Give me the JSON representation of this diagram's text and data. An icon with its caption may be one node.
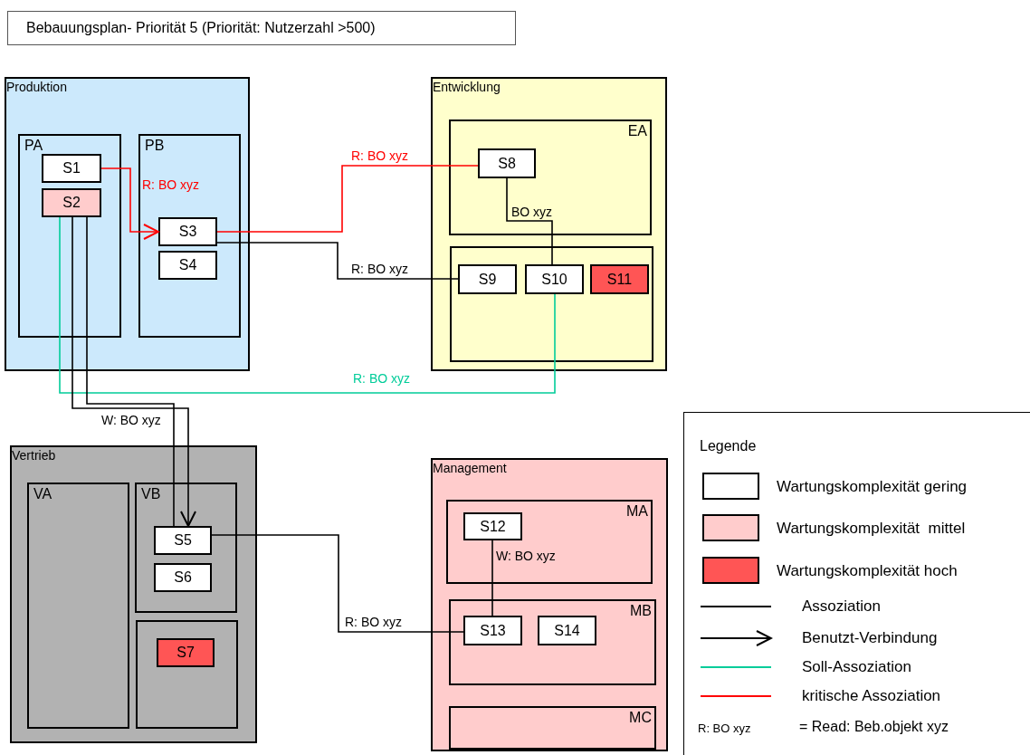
{
  "diagram": {
    "title": "Bebauungsplan- Priorität 5 (Priorität: Nutzerzahl >500)",
    "nodes": [
      {
        "text": [
          "Produktion"
        ]
      },
      {
        "text": [
          "PA"
        ],
        "in": 0
      },
      {
        "text": [
          "S1"
        ],
        "in": 1
      },
      {
        "text": [
          "S2"
        ],
        "in": 1
      },
      {
        "text": [
          "PB"
        ],
        "in": 0
      },
      {
        "text": [
          "S3"
        ],
        "in": 4
      },
      {
        "text": [
          "S4"
        ],
        "in": 4
      },
      {
        "text": [
          "Entwicklung"
        ]
      },
      {
        "text": [
          "EA"
        ],
        "in": 7
      },
      {
        "text": [],
        "shape": "box",
        "in": 7
      },
      {
        "text": [
          "S8"
        ],
        "in": 8
      },
      {
        "text": [
          "S9"
        ],
        "in": 9
      },
      {
        "text": [
          "S10"
        ],
        "in": 9
      },
      {
        "text": [
          "S11"
        ],
        "in": 9
      },
      {
        "text": [
          "Vertrieb"
        ]
      },
      {
        "text": [
          "VA"
        ],
        "in": 14
      },
      {
        "text": [
          "VB"
        ],
        "in": 14
      },
      {
        "text": [
          "S5"
        ],
        "in": 16
      },
      {
        "text": [
          "S6"
        ],
        "in": 16
      },
      {
        "text": [],
        "shape": "box",
        "in": 14
      },
      {
        "text": [
          "S7"
        ],
        "in": 19
      },
      {
        "text": [
          "Management"
        ]
      },
      {
        "text": [
          "MA"
        ],
        "in": 21
      },
      {
        "text": [
          "S12"
        ],
        "in": 22
      },
      {
        "text": [
          "MB"
        ],
        "in": 21
      },
      {
        "text": [
          "S13"
        ],
        "in": 24
      },
      {
        "text": [
          "S14"
        ],
        "in": 24
      },
      {
        "text": [
          "MC"
        ],
        "in": 21
      }
    ],
    "edges": [
      {
        "from": 2,
        "to": 5,
        "arrow": "to",
        "label": "R: BO xyz",
        "color": "#ff0000"
      },
      {
        "from": 5,
        "to": 10,
        "arrow": "none",
        "label": "R: BO xyz",
        "color": "#ff0000"
      },
      {
        "from": 5,
        "to": 11,
        "arrow": "none",
        "label": "R: BO xyz"
      },
      {
        "from": 10,
        "to": 12,
        "arrow": "none",
        "label": "BO xyz"
      },
      {
        "from": 3,
        "to": 12,
        "arrow": "none",
        "label": "R: BO xyz",
        "color": "#00cc99"
      },
      {
        "from": 3,
        "to": 17,
        "arrow": "none",
        "label": "W: BO xyz"
      },
      {
        "from": 3,
        "to": 17,
        "arrow": "to"
      },
      {
        "from": 17,
        "to": 25,
        "arrow": "none",
        "label": "R: BO xyz"
      },
      {
        "from": 23,
        "to": 25,
        "arrow": "none",
        "label": "W: BO xyz"
      }
    ],
    "labels": [
      "Legende",
      "R: BO xyz",
      "= Read: Beb.objekt xyz"
    ],
    "legend": [
      {
        "text": "Wartungskomplexität gering",
        "color": "#ffffff"
      },
      {
        "text": "Wartungskomplexität  mittel",
        "color": "#ffcccc"
      },
      {
        "text": "Wartungskomplexität hoch",
        "color": "#ff5555"
      },
      {
        "text": "Assoziation"
      },
      {
        "text": "Benutzt-Verbindung"
      },
      {
        "text": "Soll-Assoziation"
      },
      {
        "text": "kritische Assoziation"
      }
    ]
  }
}
